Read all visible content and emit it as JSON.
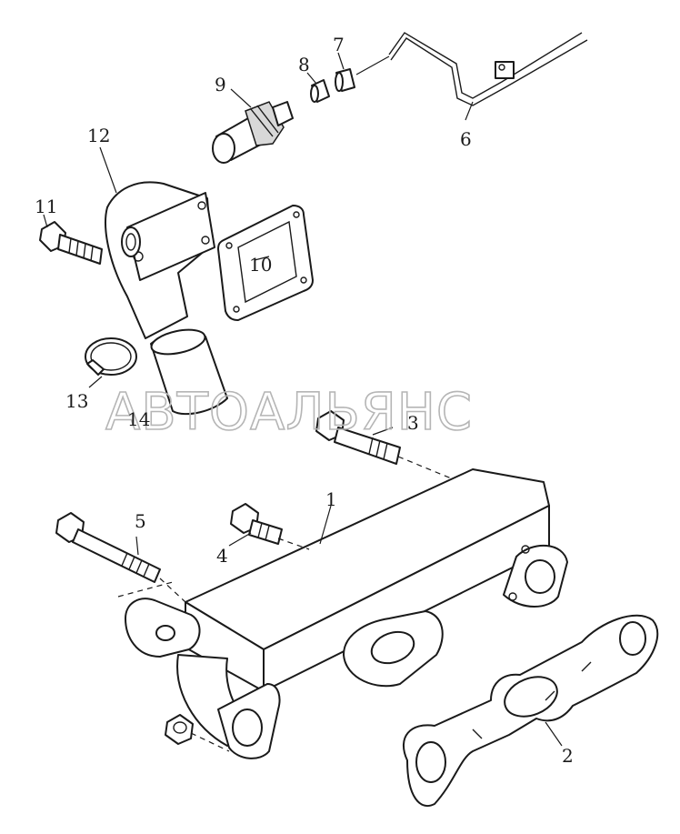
{
  "watermark": "АВТОАЛЬЯНС",
  "callouts": {
    "c1": "1",
    "c2": "2",
    "c3": "3",
    "c4": "4",
    "c5": "5",
    "c6": "6",
    "c7": "7",
    "c8": "8",
    "c9": "9",
    "c10": "10",
    "c11": "11",
    "c12": "12",
    "c13": "13",
    "c14": "14"
  },
  "colors": {
    "line": "#1a1a1a",
    "watermark": "#b5b5b5",
    "background": "#ffffff"
  }
}
